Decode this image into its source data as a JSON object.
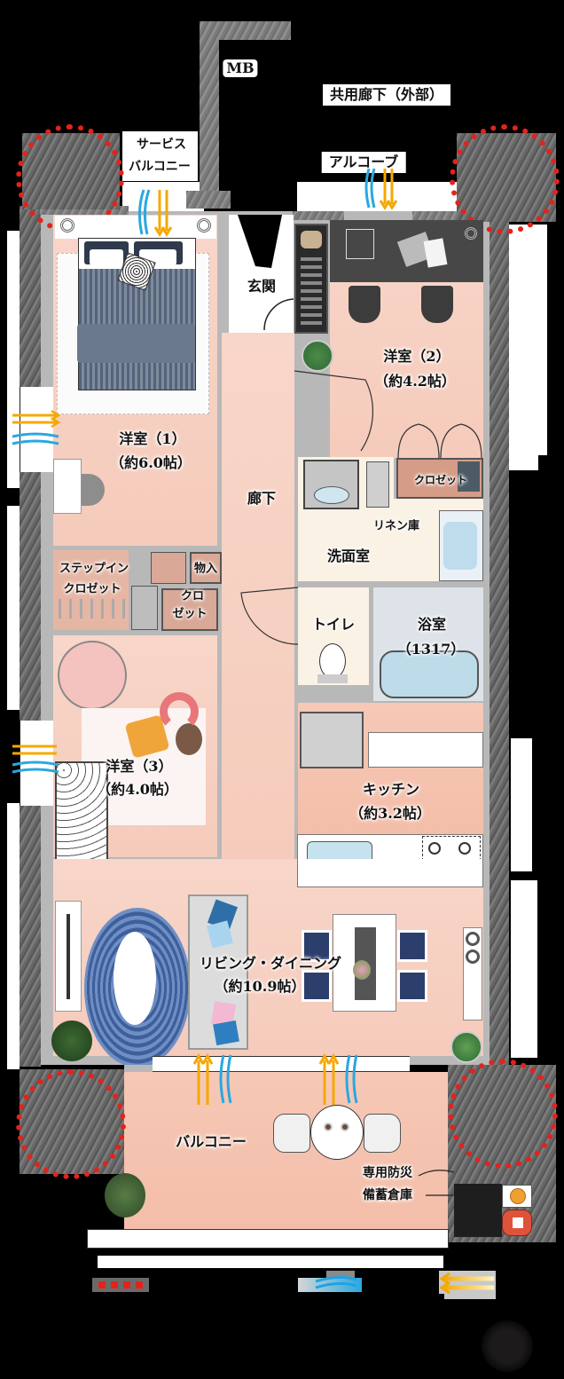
{
  "exterior": {
    "mb": "MB",
    "common_corridor": "共用廊下（外部）",
    "service_balcony": {
      "line1": "サービス",
      "line2": "バルコニー"
    },
    "alcove": "アルコーブ"
  },
  "rooms": {
    "entrance": {
      "name": "玄関"
    },
    "western_room_1": {
      "name": "洋室（1）",
      "size": "（約6.0帖）"
    },
    "western_room_2": {
      "name": "洋室（2）",
      "size": "（約4.2帖）"
    },
    "western_room_3": {
      "name": "洋室（3）",
      "size": "（約4.0帖）"
    },
    "closet_room_2": {
      "name": "クロゼット"
    },
    "hallway": {
      "name": "廊下"
    },
    "linen_cabinet": {
      "name": "リネン庫"
    },
    "washroom": {
      "name": "洗面室"
    },
    "step_in_closet": {
      "line1": "ステップイン",
      "line2": "クロゼット"
    },
    "storage": {
      "name": "物入"
    },
    "closet_room_3": {
      "line1": "クロ",
      "line2": "ゼット"
    },
    "toilet": {
      "name": "トイレ"
    },
    "bathroom": {
      "name": "浴室",
      "size": "（1317）"
    },
    "kitchen": {
      "name": "キッチン",
      "size": "（約3.2帖）"
    },
    "living_dining": {
      "name": "リビング・ダイニング",
      "size": "（約10.9帖）"
    },
    "balcony": {
      "name": "バルコニー"
    },
    "disaster_storage": {
      "line1": "専用防災",
      "line2": "備蓄倉庫"
    }
  },
  "legend": [
    {
      "icon": "red-dotted-outline-icon",
      "color": "#e3231b"
    },
    {
      "icon": "wind-airflow-icon",
      "color": "#29a8e0"
    },
    {
      "icon": "sunlight-arrows-icon",
      "color": "#f5a800"
    }
  ],
  "colors": {
    "background": "#000000",
    "floor": "#f6cfc0",
    "wall": "#b8b8b8",
    "structural_wall": "#7b7b7b",
    "highlight_dots": "#e3231b",
    "wind": "#29a8e0",
    "sunlight": "#f5a800"
  }
}
